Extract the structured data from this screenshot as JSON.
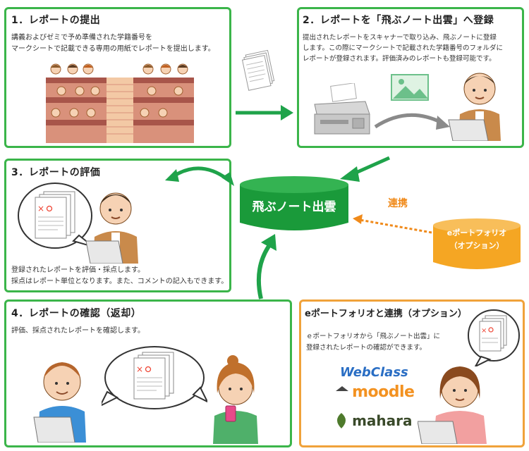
{
  "step1": {
    "title": "1．レポートの提出",
    "line1": "講義およびゼミで予め準備された学籍番号を",
    "line2": "マークシートで記載できる専用の用紙でレポートを提出します。"
  },
  "step2": {
    "title": "2．レポートを「飛ぶノート出雲」へ登録",
    "line1": "提出されたレポートをスキャナーで取り込み、飛ぶノートに登録",
    "line2": "します。この際にマークシートで記載された学籍番号のフォルダに",
    "line3": "レポートが登録されます。評価済みのレポートも登録可能です。"
  },
  "step3": {
    "title": "3．レポートの評価",
    "line1": "登録されたレポートを評価・採点します。",
    "line2": "採点はレポート単位となります。また、コメントの記入もできます。"
  },
  "step4": {
    "title": "4．レポートの確認（返却）",
    "line1": "評価、採点されたレポートを確認します。"
  },
  "portfolio_box": {
    "title": "eポートフォリオと連携（オプション）",
    "line1": "ｅポートフォリオから「飛ぶノート出雲」に",
    "line2": "登録されたレポートの確認ができます。"
  },
  "center_db": {
    "label": "飛ぶノート出雲"
  },
  "eportfolio_db": {
    "line1": "eポートフォリオ",
    "line2": "（オプション）"
  },
  "link_label": "連携",
  "logos": {
    "webclass": "WebClass",
    "moodle": "moodle",
    "mahara": "mahara"
  },
  "colors": {
    "green": "#3bb54a",
    "orange": "#f0a23a",
    "db_green": "#1a9a3a",
    "db_orange": "#f5a623"
  }
}
